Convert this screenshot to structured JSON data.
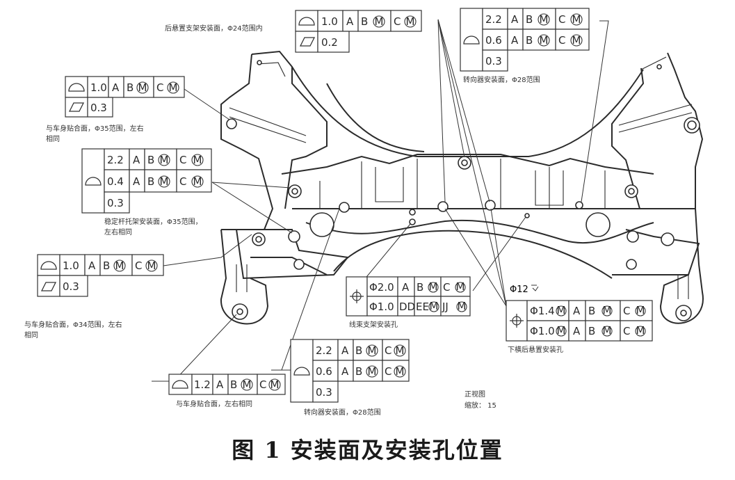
{
  "caption": "图 1 安装面及安装孔位置",
  "notes": {
    "rear_mount_face": "后悬置支架安装面，Φ24范围内",
    "steering_mount_top": "转向器安装面，Φ28范围",
    "body_face_left_upper": "与车身贴合面，Φ35范围，左右",
    "body_face_left_upper_2": "相同",
    "stabilizer_face": "稳定杆托架安装面，Φ35范围，",
    "stabilizer_face_2": "左右相同",
    "body_face_left_lower": "与车身贴合面，Φ34范围，左右",
    "body_face_left_lower_2": "相同",
    "body_face_bottom": "与车身贴合面，左右相同",
    "steering_mount_bottom": "转向器安装面，Φ28范围",
    "locating_hole": "线束支架安装孔",
    "lower_mount_hole": "下横后悬置安装孔",
    "view_label": "正视图",
    "scale_label": "缩放： 15",
    "phi12": "Φ12"
  },
  "fcf": {
    "top_center": {
      "r1": [
        "1.0",
        "A",
        "B",
        "C"
      ],
      "r2": [
        "0.2"
      ]
    },
    "top_right": {
      "r1": [
        "2.2",
        "A",
        "B",
        "C"
      ],
      "r2": [
        "0.6",
        "A",
        "B",
        "C"
      ],
      "r3": [
        "0.3"
      ]
    },
    "left_upper": {
      "r1": [
        "1.0",
        "A",
        "B",
        "C"
      ],
      "r2": [
        "0.3"
      ]
    },
    "left_mid": {
      "r1": [
        "2.2",
        "A",
        "B",
        "C"
      ],
      "r2": [
        "0.4",
        "A",
        "B",
        "C"
      ],
      "r3": [
        "0.3"
      ]
    },
    "left_lower": {
      "r1": [
        "1.0",
        "A",
        "B",
        "C"
      ],
      "r2": [
        "0.3"
      ]
    },
    "bottom_center": {
      "r1": [
        "2.2",
        "A",
        "B",
        "C"
      ],
      "r2": [
        "0.6",
        "A",
        "B",
        "C"
      ],
      "r3": [
        "0.3"
      ]
    },
    "bottom_left": {
      "r1": [
        "1.2",
        "A",
        "B",
        "C"
      ]
    },
    "position_mid": {
      "r1": [
        "Φ2.0",
        "A",
        "B",
        "C"
      ],
      "r2": [
        "Φ1.0",
        "DD",
        "EE",
        "JJ"
      ]
    },
    "position_right": {
      "r1": [
        "Φ1.4",
        "A",
        "B",
        "C"
      ],
      "r2": [
        "Φ1.0",
        "A",
        "B",
        "C"
      ]
    }
  },
  "icons": [
    "profile-of-surface-icon",
    "flatness-icon",
    "position-icon",
    "mmc-modifier-icon"
  ]
}
